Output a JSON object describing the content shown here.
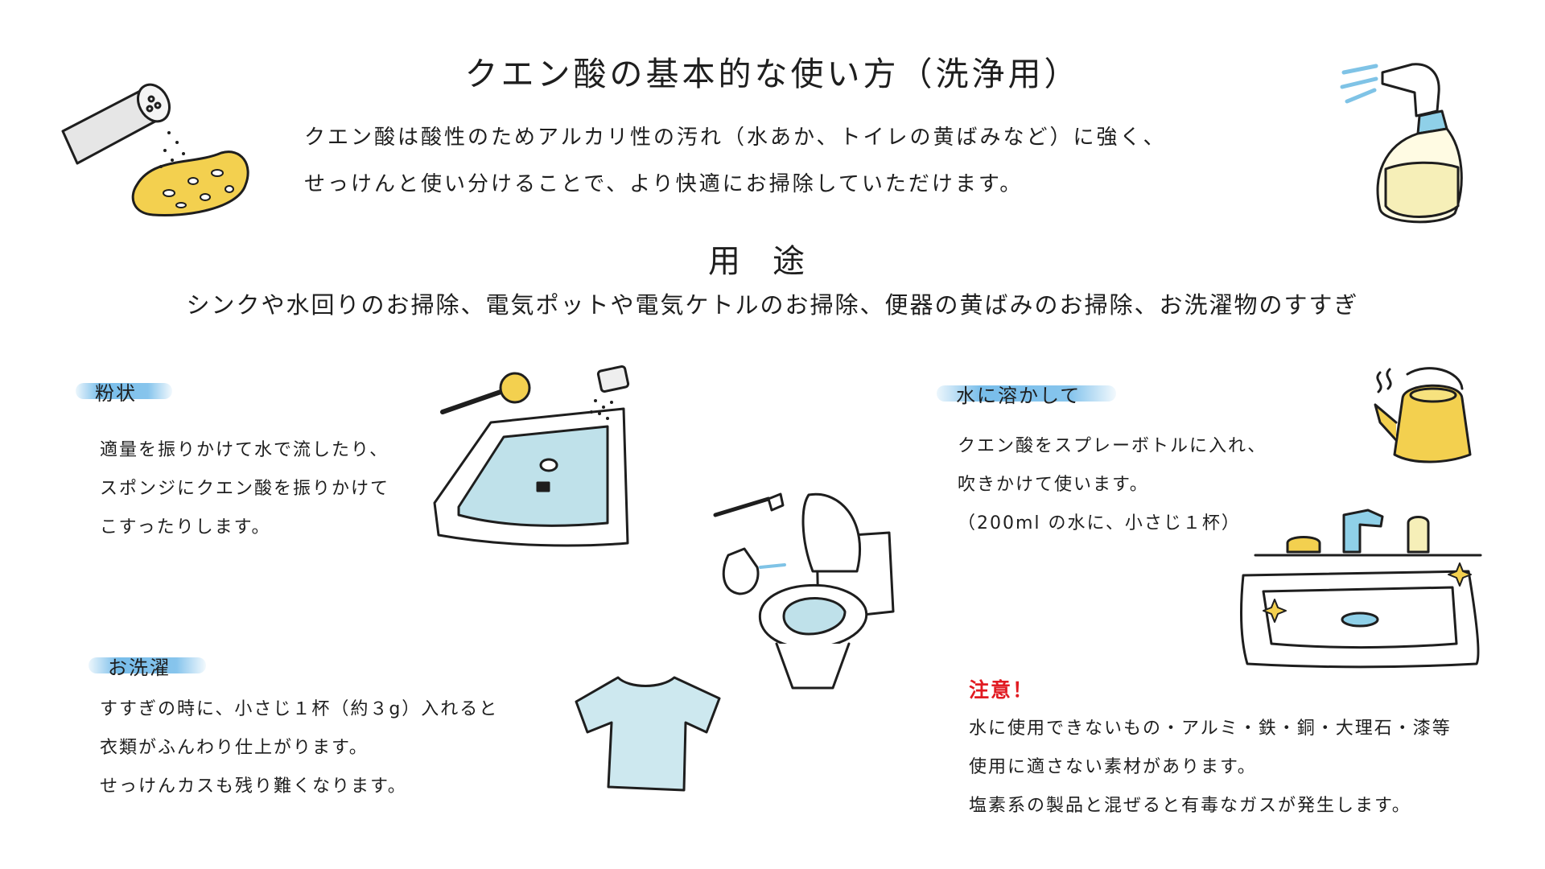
{
  "title": "クエン酸の基本的な使い方（洗浄用）",
  "intro": [
    "クエン酸は酸性のためアルカリ性の汚れ（水あか、トイレの黄ばみなど）に強く、",
    "せっけんと使い分けることで、より快適にお掃除していただけます。"
  ],
  "usage": {
    "title": "用途",
    "text": "シンクや水回りのお掃除、電気ポットや電気ケトルのお掃除、便器の黄ばみのお掃除、お洗濯物のすすぎ"
  },
  "powder": {
    "label": "粉状",
    "lines": [
      "適量を振りかけて水で流したり、",
      "スポンジにクエン酸を振りかけて",
      "こすったりします。"
    ]
  },
  "laundry": {
    "label": "お洗濯",
    "lines": [
      "すすぎの時に、小さじ１杯（約３g）入れると",
      "衣類がふんわり仕上がります。",
      "せっけんカスも残り難くなります。"
    ]
  },
  "dissolved": {
    "label": "水に溶かして",
    "lines": [
      "クエン酸をスプレーボトルに入れ、",
      "吹きかけて使います。",
      "（200ml の水に、小さじ１杯）"
    ]
  },
  "caution": {
    "title": "注意！",
    "lines": [
      "水に使用できないもの・アルミ・鉄・銅・大理石・漆等",
      "使用に適さない素材があります。",
      "塩素系の製品と混ぜると有毒なガスが発生します。"
    ]
  },
  "colors": {
    "text": "#1e1e1e",
    "accent_blue": "#6bb6e8",
    "water": "#cde8ef",
    "sponge": "#f3d04f",
    "caution_red": "#e11b22"
  },
  "illustrations": [
    "shaker-sponge-icon",
    "spray-bottle-icon",
    "sink-icon",
    "toilet-icon",
    "kettle-icon",
    "washbasin-icon",
    "tshirt-icon"
  ]
}
